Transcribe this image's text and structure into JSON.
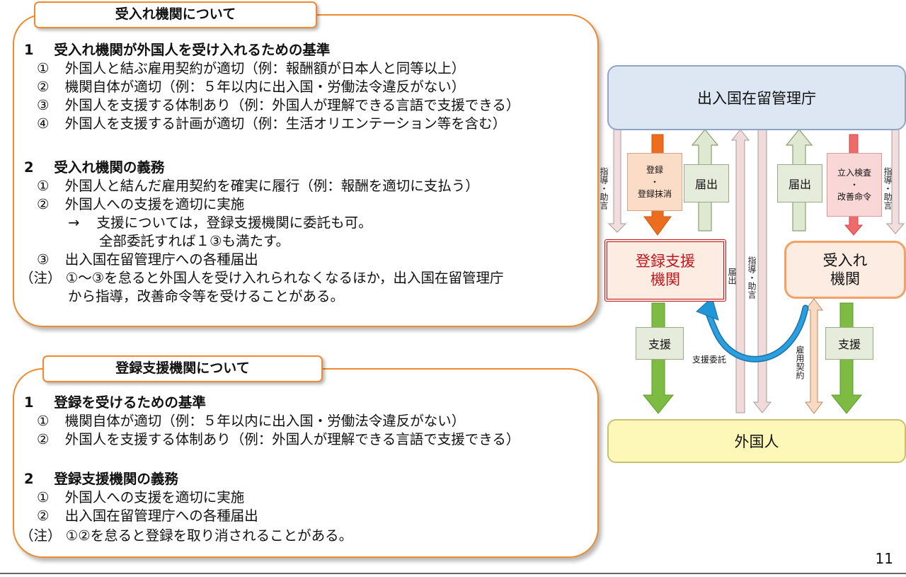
{
  "section1": {
    "tab": "受入れ機関について",
    "heading1": {
      "num": "1",
      "text": "受入れ機関が外国人を受け入れるための基準"
    },
    "items1": [
      {
        "mark": "①",
        "text": "外国人と結ぶ雇用契約が適切（例：報酬額が日本人と同等以上）"
      },
      {
        "mark": "②",
        "text": "機関自体が適切（例：５年以内に出入国・労働法令違反がない）"
      },
      {
        "mark": "③",
        "text": "外国人を支援する体制あり（例：外国人が理解できる言語で支援できる）"
      },
      {
        "mark": "④",
        "text": "外国人を支援する計画が適切（例：生活オリエンテーション等を含む）"
      }
    ],
    "heading2": {
      "num": "2",
      "text": "受入れ機関の義務"
    },
    "items2": [
      {
        "mark": "①",
        "text": "外国人と結んだ雇用契約を確実に履行（例：報酬を適切に支払う）"
      },
      {
        "mark": "②",
        "text": "外国人への支援を適切に実施"
      }
    ],
    "sub_arrow": "→",
    "sub_line1": "支援については，登録支援機関に委託も可。",
    "sub_line2": "全部委託すれば１③も満たす。",
    "item3": {
      "mark": "③",
      "text": "出入国在留管理庁への各種届出"
    },
    "note_mark": "（注）",
    "note_line1": "①～③を怠ると外国人を受け入れられなくなるほか，出入国在留管理庁",
    "note_line2": "から指導，改善命令等を受けることがある。"
  },
  "section2": {
    "tab": "登録支援機関について",
    "heading1": {
      "num": "1",
      "text": "登録を受けるための基準"
    },
    "items1": [
      {
        "mark": "①",
        "text": "機関自体が適切（例：５年以内に出入国・労働法令違反がない）"
      },
      {
        "mark": "②",
        "text": "外国人を支援する体制あり（例：外国人が理解できる言語で支援できる）"
      }
    ],
    "heading2": {
      "num": "2",
      "text": "登録支援機関の義務"
    },
    "items2": [
      {
        "mark": "①",
        "text": "外国人への支援を適切に実施"
      },
      {
        "mark": "②",
        "text": "出入国在留管理庁への各種届出"
      }
    ],
    "note_mark": "（注）",
    "note_text": "①②を怠ると登録を取り消されることがある。"
  },
  "diagram": {
    "top": "出入国在留管理庁",
    "bottom": "外国人",
    "registered": [
      "登録支援",
      "機関"
    ],
    "receiving": [
      "受入れ",
      "機関"
    ],
    "reg_box": [
      "登録",
      "・",
      "登録抹消"
    ],
    "inspect_box": [
      "立入検査",
      "・",
      "改善命令"
    ],
    "todoke": "届出",
    "shien": "支援",
    "shido_josei": "指導・助言",
    "shien_itaku": "支援委託",
    "koyo_keiyaku": "雇用契約"
  },
  "page_number": "11",
  "colors": {
    "orange_border": "#ef8a2e",
    "top_box": "#dde7f3",
    "bottom_box": "#fdf7b8",
    "registered_text": "#c0151c",
    "curve_arrow": "#2196d6",
    "green_arrow": "#7dbb42"
  }
}
